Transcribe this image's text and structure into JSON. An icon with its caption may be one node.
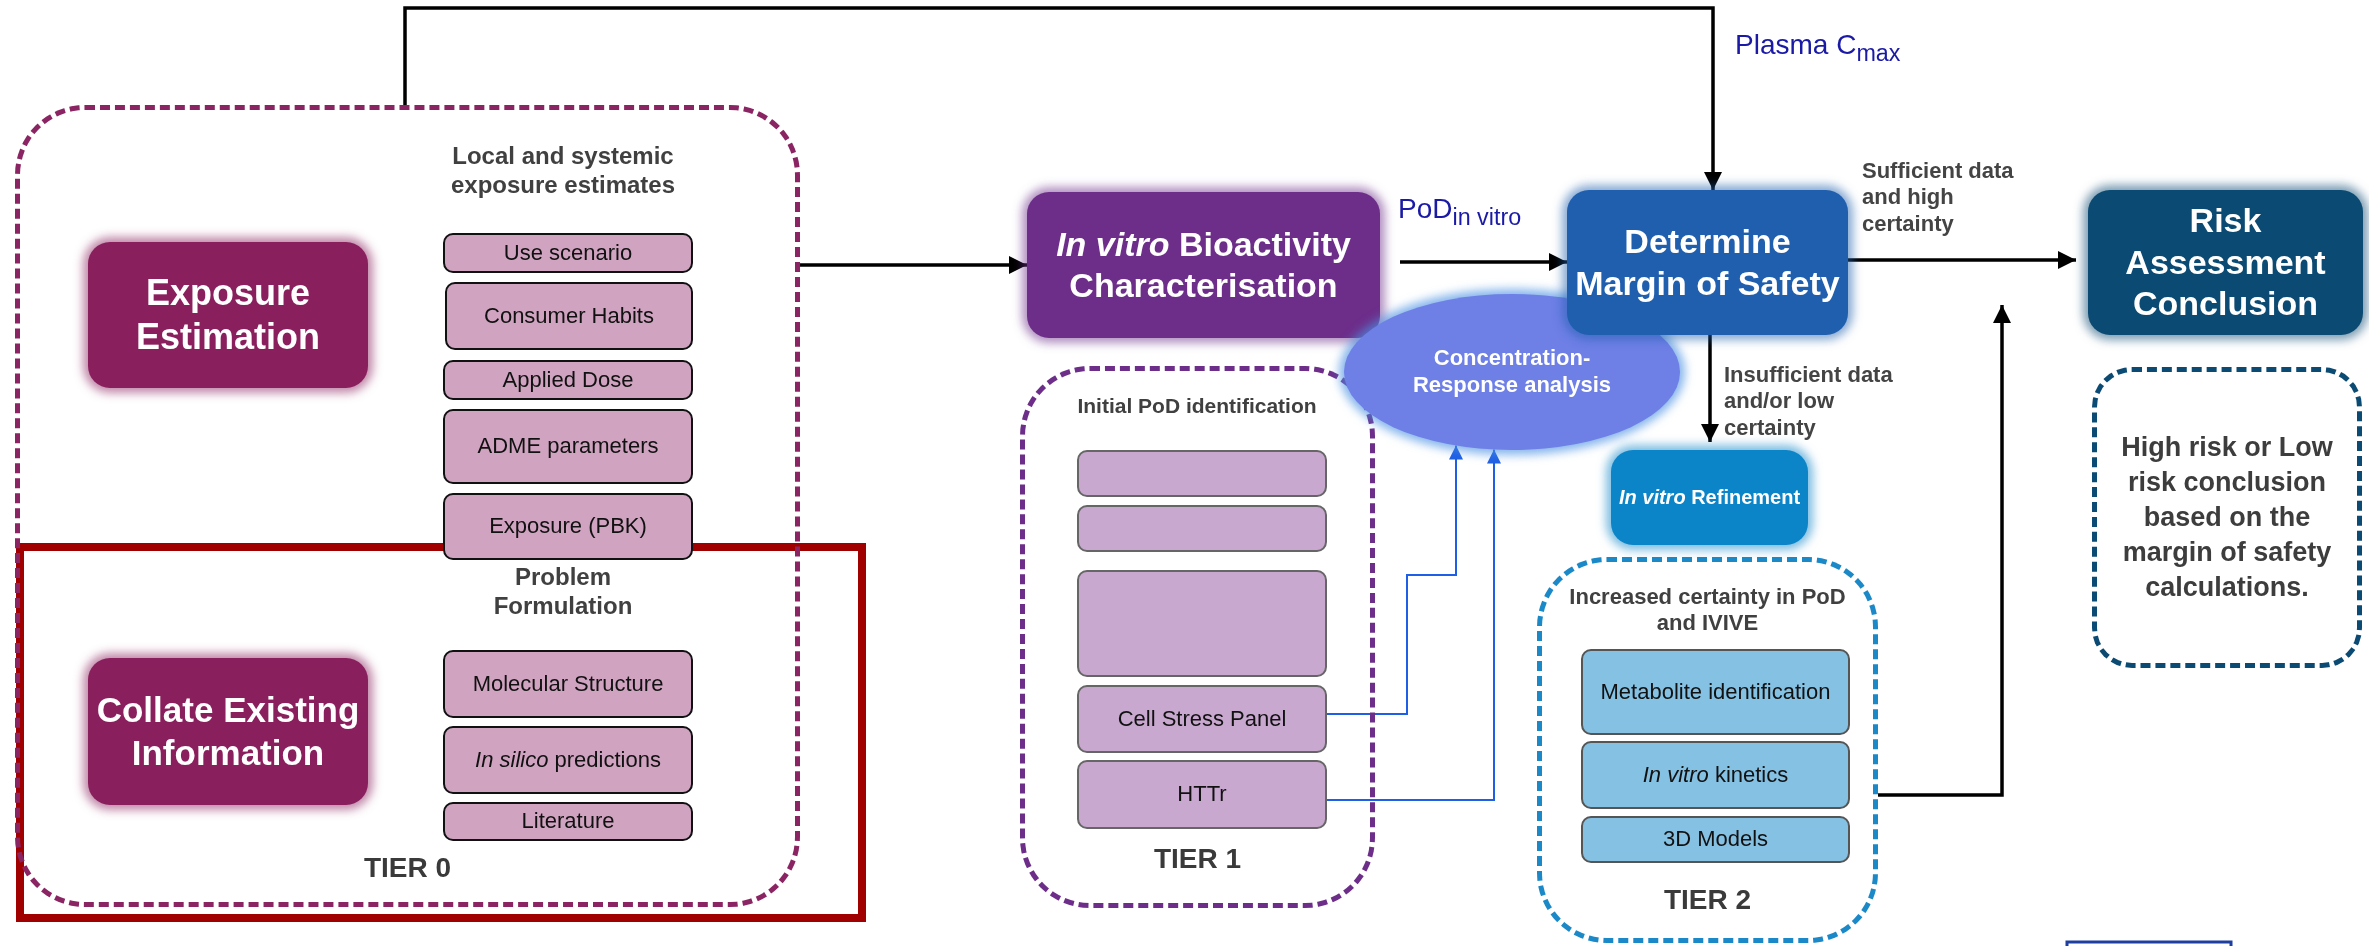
{
  "diagram": {
    "nodes": [
      {
        "text": [
          "TIER 0"
        ]
      },
      {
        "text": [
          "Exposure Estimation"
        ],
        "in": 0
      },
      {
        "text": [
          "Use scenario"
        ],
        "in": 0
      },
      {
        "text": [
          "Consumer Habits"
        ],
        "in": 0
      },
      {
        "text": [
          "Applied Dose"
        ],
        "in": 0
      },
      {
        "text": [
          "ADME parameters"
        ],
        "in": 0
      },
      {
        "text": [
          "Exposure (PBK)"
        ],
        "in": 0
      },
      {
        "text": [
          "Collate Existing Information"
        ],
        "in": 0
      },
      {
        "text": [
          "Molecular Structure"
        ],
        "in": 0
      },
      {
        "text": [
          "*In silico* predictions"
        ],
        "in": 0
      },
      {
        "text": [
          "Literature"
        ],
        "in": 0
      },
      {
        "text": [
          "*In vitro* Bioactivity Characterisation"
        ]
      },
      {
        "text": [
          "TIER 1"
        ]
      },
      {
        "text": [],
        "shape": "box",
        "in": 12
      },
      {
        "text": [],
        "shape": "box",
        "in": 12
      },
      {
        "text": [],
        "shape": "box",
        "in": 12
      },
      {
        "text": [
          "Cell Stress Panel"
        ],
        "in": 12
      },
      {
        "text": [
          "HTTr"
        ],
        "in": 12
      },
      {
        "text": [
          "Concentration-Response analysis"
        ]
      },
      {
        "text": [
          "Determine Margin of Safety"
        ]
      },
      {
        "text": [
          "*In vitro* Refinement"
        ]
      },
      {
        "text": [
          "TIER 2"
        ]
      },
      {
        "text": [
          "Metabolite identification"
        ],
        "in": 21
      },
      {
        "text": [
          "*In vitro* kinetics"
        ],
        "in": 21
      },
      {
        "text": [
          "3D Models"
        ],
        "in": 21
      },
      {
        "text": [
          "Risk Assessment Conclusion"
        ]
      },
      {
        "text": [
          "High risk or Low risk conclusion based on the margin of safety calculations."
        ]
      }
    ],
    "edges": [
      {
        "from": 0,
        "to": 19,
        "arrow": "to",
        "label": "Plasma C$_{max}$"
      },
      {
        "from": 0,
        "to": 11,
        "arrow": "to"
      },
      {
        "from": 11,
        "to": 19,
        "arrow": "to",
        "label": "PoD$_{in vitro}$"
      },
      {
        "from": 19,
        "to": 25,
        "arrow": "to",
        "label": "Sufficient data and high certainty"
      },
      {
        "from": 19,
        "to": 20,
        "arrow": "to",
        "label": "Insufficient data and/or low certainty"
      },
      {
        "from": 16,
        "to": 18,
        "arrow": "to",
        "color": "#1f5fe6"
      },
      {
        "from": 17,
        "to": 18,
        "arrow": "to",
        "color": "#1f5fe6"
      },
      {
        "from": 21,
        "to": null,
        "arrow": "to"
      }
    ],
    "labels": [
      "Local and systemic exposure estimates",
      "Problem Formulation",
      "Initial PoD identification",
      "Increased certainty in PoD and IVIVE"
    ]
  }
}
